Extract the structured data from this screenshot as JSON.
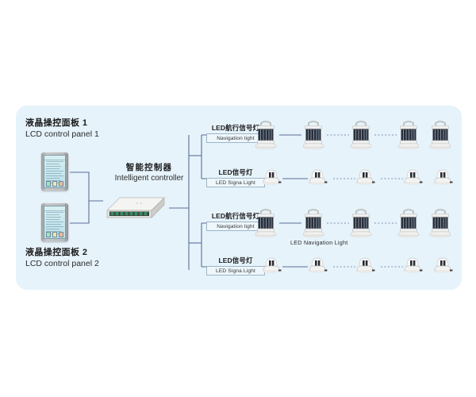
{
  "diagram": {
    "title_cn": "智能控制器",
    "title_en": "Intelligent controller",
    "panel_color": "#e6f3fb",
    "line_color": "#5b6e96",
    "background": "#ffffff"
  },
  "controller": {
    "name_cn": "智能控制器",
    "name_en": "Intelligent controller",
    "icon": "network-controller-icon"
  },
  "lcd_panels": [
    {
      "name_cn": "液晶操控面板 1",
      "name_en": "LCD control panel 1",
      "icon": "lcd-panel-icon"
    },
    {
      "name_cn": "液晶操控面板 2",
      "name_en": "LCD control panel 2",
      "icon": "lcd-panel-icon"
    }
  ],
  "light_rows": [
    {
      "label_cn": "LED航行信号灯",
      "label_en": "Navigation light",
      "fixture_type": "navigation-light",
      "count": 5
    },
    {
      "label_cn": "LED信号灯",
      "label_en": "LED Signa  Light",
      "fixture_type": "signal-light",
      "count": 5
    },
    {
      "label_cn": "LED航行信号灯",
      "label_en": "Navigation light",
      "fixture_type": "navigation-light",
      "count": 5,
      "caption": "LED  Navigation Light"
    },
    {
      "label_cn": "LED信号灯",
      "label_en": "LED Signa  Light",
      "fixture_type": "signal-light",
      "count": 5
    }
  ]
}
